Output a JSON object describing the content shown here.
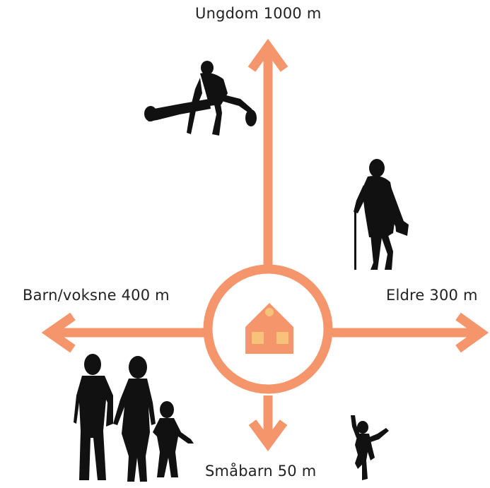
{
  "colors": {
    "accent": "#F5956B",
    "house_window": "#F9C27A",
    "silhouette": "#111111",
    "text": "#222222"
  },
  "labels": {
    "top": "Ungdom 1000 m",
    "left": "Barn/voksne 400 m",
    "right": "Eldre 300 m",
    "bottom": "Småbarn 50 m"
  },
  "icons": {
    "center": "house-icon",
    "top": "jumping-youth-silhouette",
    "right": "elderly-with-cane-silhouette",
    "bottom_left": "family-walking-silhouette",
    "bottom": "running-child-silhouette"
  }
}
